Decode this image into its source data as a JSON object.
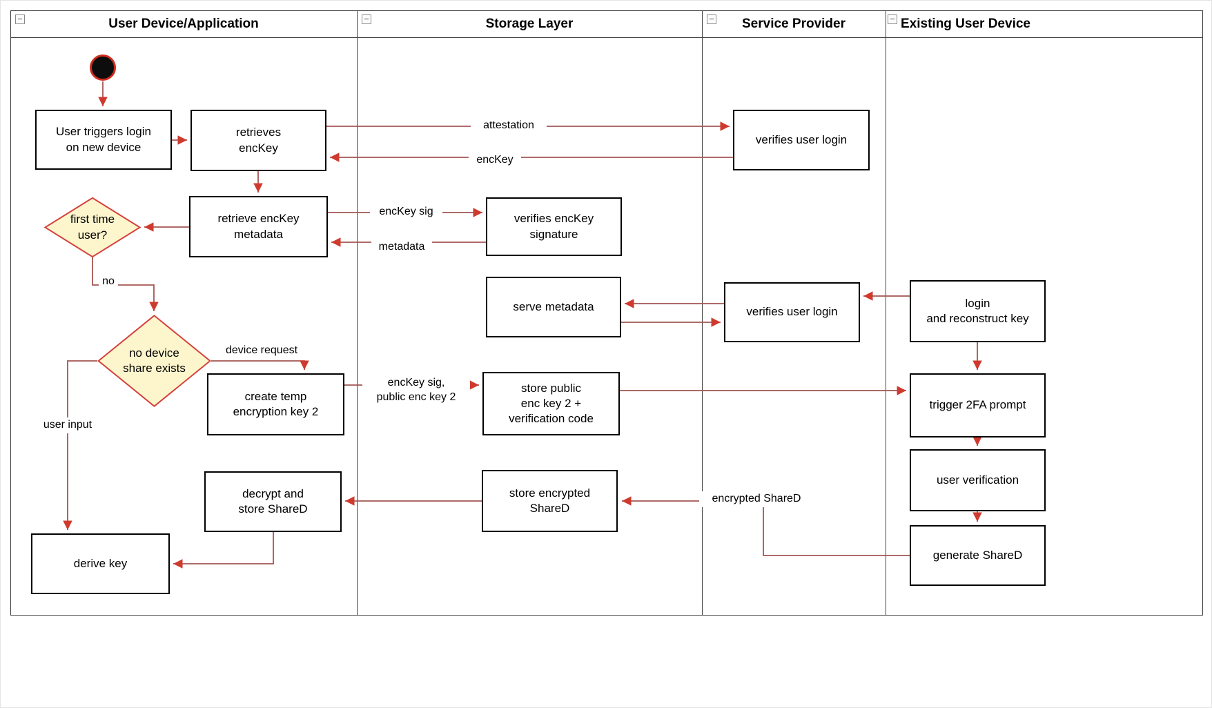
{
  "colors": {
    "arrow": "#a35552",
    "arrowhead": "#cf3a2e",
    "diamond_fill": "#fdf6cd",
    "diamond_border": "#d6413c",
    "box_border": "#000000",
    "box_fill": "#ffffff"
  },
  "icons": {
    "collapse": "−"
  },
  "lanes": {
    "lane1": {
      "title": "User Device/Application"
    },
    "lane2": {
      "title": "Storage Layer"
    },
    "lane3": {
      "title": "Service Provider"
    },
    "lane4": {
      "title": "Existing User Device"
    }
  },
  "nodes": {
    "user_triggers_login": {
      "label": "User triggers login\non new device"
    },
    "retrieves_enckey": {
      "label": "retrieves\nencKey"
    },
    "retrieve_enckey_metadata": {
      "label": "retrieve encKey\nmetadata"
    },
    "first_time_user": {
      "label": "first time\nuser?"
    },
    "no_device_share": {
      "label": "no device\nshare exists"
    },
    "create_temp_key": {
      "label": "create temp\nencryption key 2"
    },
    "decrypt_store_shared": {
      "label": "decrypt and\nstore ShareD"
    },
    "derive_key": {
      "label": "derive key"
    },
    "verifies_enckey_signature": {
      "label": "verifies encKey\nsignature"
    },
    "serve_metadata": {
      "label": "serve metadata"
    },
    "store_public_key": {
      "label": "store public\nenc key 2 +\nverification code"
    },
    "store_encrypted_shared": {
      "label": "store encrypted\nShareD"
    },
    "verifies_user_login_top": {
      "label": "verifies user login"
    },
    "verifies_user_login_mid": {
      "label": "verifies user login"
    },
    "login_reconstruct_key": {
      "label": "login\nand reconstruct key"
    },
    "trigger_2fa": {
      "label": "trigger 2FA prompt"
    },
    "user_verification": {
      "label": "user verification"
    },
    "generate_shared": {
      "label": "generate ShareD"
    }
  },
  "edge_labels": {
    "attestation": {
      "label": "attestation"
    },
    "enckey": {
      "label": "encKey"
    },
    "enckey_sig": {
      "label": "encKey sig"
    },
    "metadata": {
      "label": "metadata"
    },
    "no": {
      "label": "no"
    },
    "device_request": {
      "label": "device request"
    },
    "enckey_sig_public": {
      "label": "encKey sig,\npublic enc key 2"
    },
    "user_input": {
      "label": "user input"
    },
    "encrypted_shared": {
      "label": "encrypted ShareD"
    }
  }
}
